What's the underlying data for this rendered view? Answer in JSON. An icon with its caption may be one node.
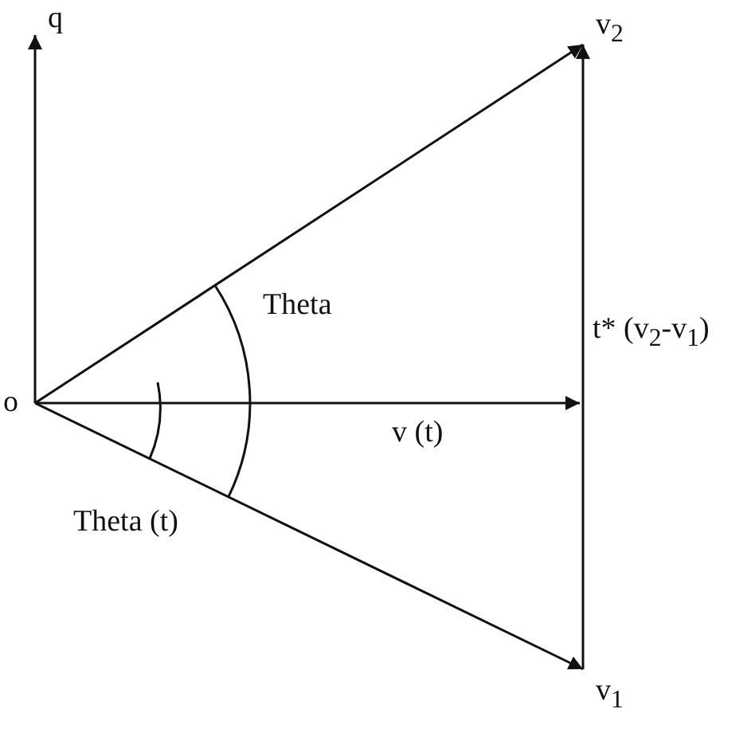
{
  "diagram": {
    "nodes": [
      {
        "text": [
          "o"
        ]
      },
      {
        "text": [
          "q"
        ]
      },
      {
        "text": [
          "v$_{2}$"
        ]
      },
      {
        "text": [
          "v$_{1}$"
        ]
      }
    ],
    "edges": [
      {
        "from": 0,
        "to": 1,
        "arrow": "to"
      },
      {
        "from": 0,
        "to": 2,
        "arrow": "to"
      },
      {
        "from": 0,
        "to": null,
        "arrow": "to",
        "label": "v (t)"
      },
      {
        "from": 0,
        "to": 3,
        "arrow": "to"
      },
      {
        "from": 3,
        "to": 2,
        "arrow": "to",
        "label": "t* (v$_{2}$-v$_{1}$)"
      }
    ],
    "labels": [
      "Theta",
      "Theta (t)"
    ]
  }
}
